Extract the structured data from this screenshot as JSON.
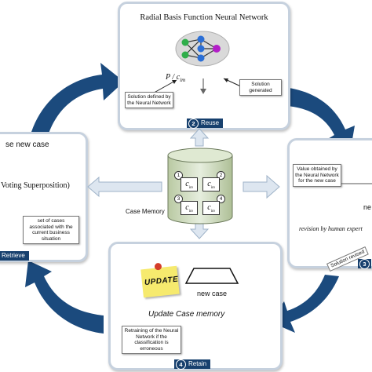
{
  "reuse": {
    "title": "Radial Basis Function Neural Network",
    "formula": "P / c",
    "formula_sub": "im",
    "note_left": "Solution defined by the Neural Network",
    "note_right": "Solution generated",
    "step_number": "2",
    "step_label": "Reuse"
  },
  "retrieve": {
    "title": "se new case",
    "method": "Voting Superposition)",
    "note": "set of cases associated with the current business situation",
    "step_label": "Retrieve"
  },
  "revise": {
    "note": "Value obtained by the Neural Network for the new case",
    "partial_text": "ne",
    "caption": "revision by human expert",
    "step_number": "3",
    "step_label": "Solution revised"
  },
  "retain": {
    "sticky": "UPDATE",
    "new_case": "new case",
    "title": "Update Case memory",
    "note": "Retraining of the Neural Network if the classification is erroneous",
    "step_number": "4",
    "step_label": "Retain"
  },
  "memory": {
    "label": "Case Memory",
    "cases": [
      {
        "num": "1",
        "text": "c",
        "sub": "im"
      },
      {
        "num": "2",
        "text": "c",
        "sub": "im"
      },
      {
        "num": "3",
        "text": "c",
        "sub": "im"
      },
      {
        "num": "4",
        "text": "c",
        "sub": "im"
      }
    ]
  },
  "colors": {
    "cycle_arrow": "#1b4a7d",
    "panel_border": "#c6d1de",
    "tag_bg": "#17406e",
    "light_arrow": "#dde6f0"
  }
}
